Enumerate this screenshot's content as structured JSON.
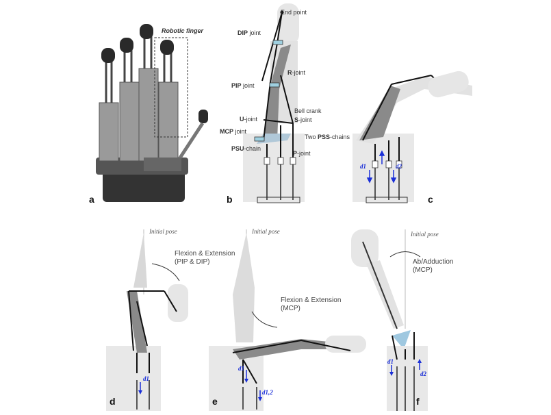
{
  "panels": {
    "a": {
      "letter": "a",
      "callout": "Robotic finger"
    },
    "b": {
      "letter": "b",
      "labels": {
        "end_point": "End point",
        "dip_b": "DIP",
        "dip_r": "joint",
        "r_b": "R",
        "r_r": "-joint",
        "pip_b": "PIP",
        "pip_r": "joint",
        "bell_crank": "Bell crank",
        "u_b": "U",
        "u_r": "-joint",
        "s_b": "S",
        "s_r": "-joint",
        "mcp_b": "MCP",
        "mcp_r": "joint",
        "pss_l": "Two ",
        "pss_b": "PSS",
        "pss_r": "-chains",
        "psu_b": "PSU",
        "psu_r": "-chain",
        "p_b": "P",
        "p_r": "-joint"
      }
    },
    "c": {
      "letter": "c",
      "d1": "d1",
      "d2": "d2"
    },
    "d": {
      "letter": "d",
      "initial_pose": "Initial pose",
      "motion_line1": "Flexion & Extension",
      "motion_line2": "(PIP & DIP)",
      "d1": "d1"
    },
    "e": {
      "letter": "e",
      "initial_pose": "Initial pose",
      "motion_line1": "Flexion & Extension",
      "motion_line2": "(MCP)",
      "d1": "d1",
      "d12": "d1,2"
    },
    "f": {
      "letter": "f",
      "initial_pose": "Initial pose",
      "motion_line1": "Ab/Adduction",
      "motion_line2": "(MCP)",
      "d1": "d1",
      "d2": "d2"
    }
  },
  "colors": {
    "joint_blue": "#9fd0e0",
    "arrow_blue": "#1a2fd8",
    "body_gray": "#8a8a8a"
  }
}
